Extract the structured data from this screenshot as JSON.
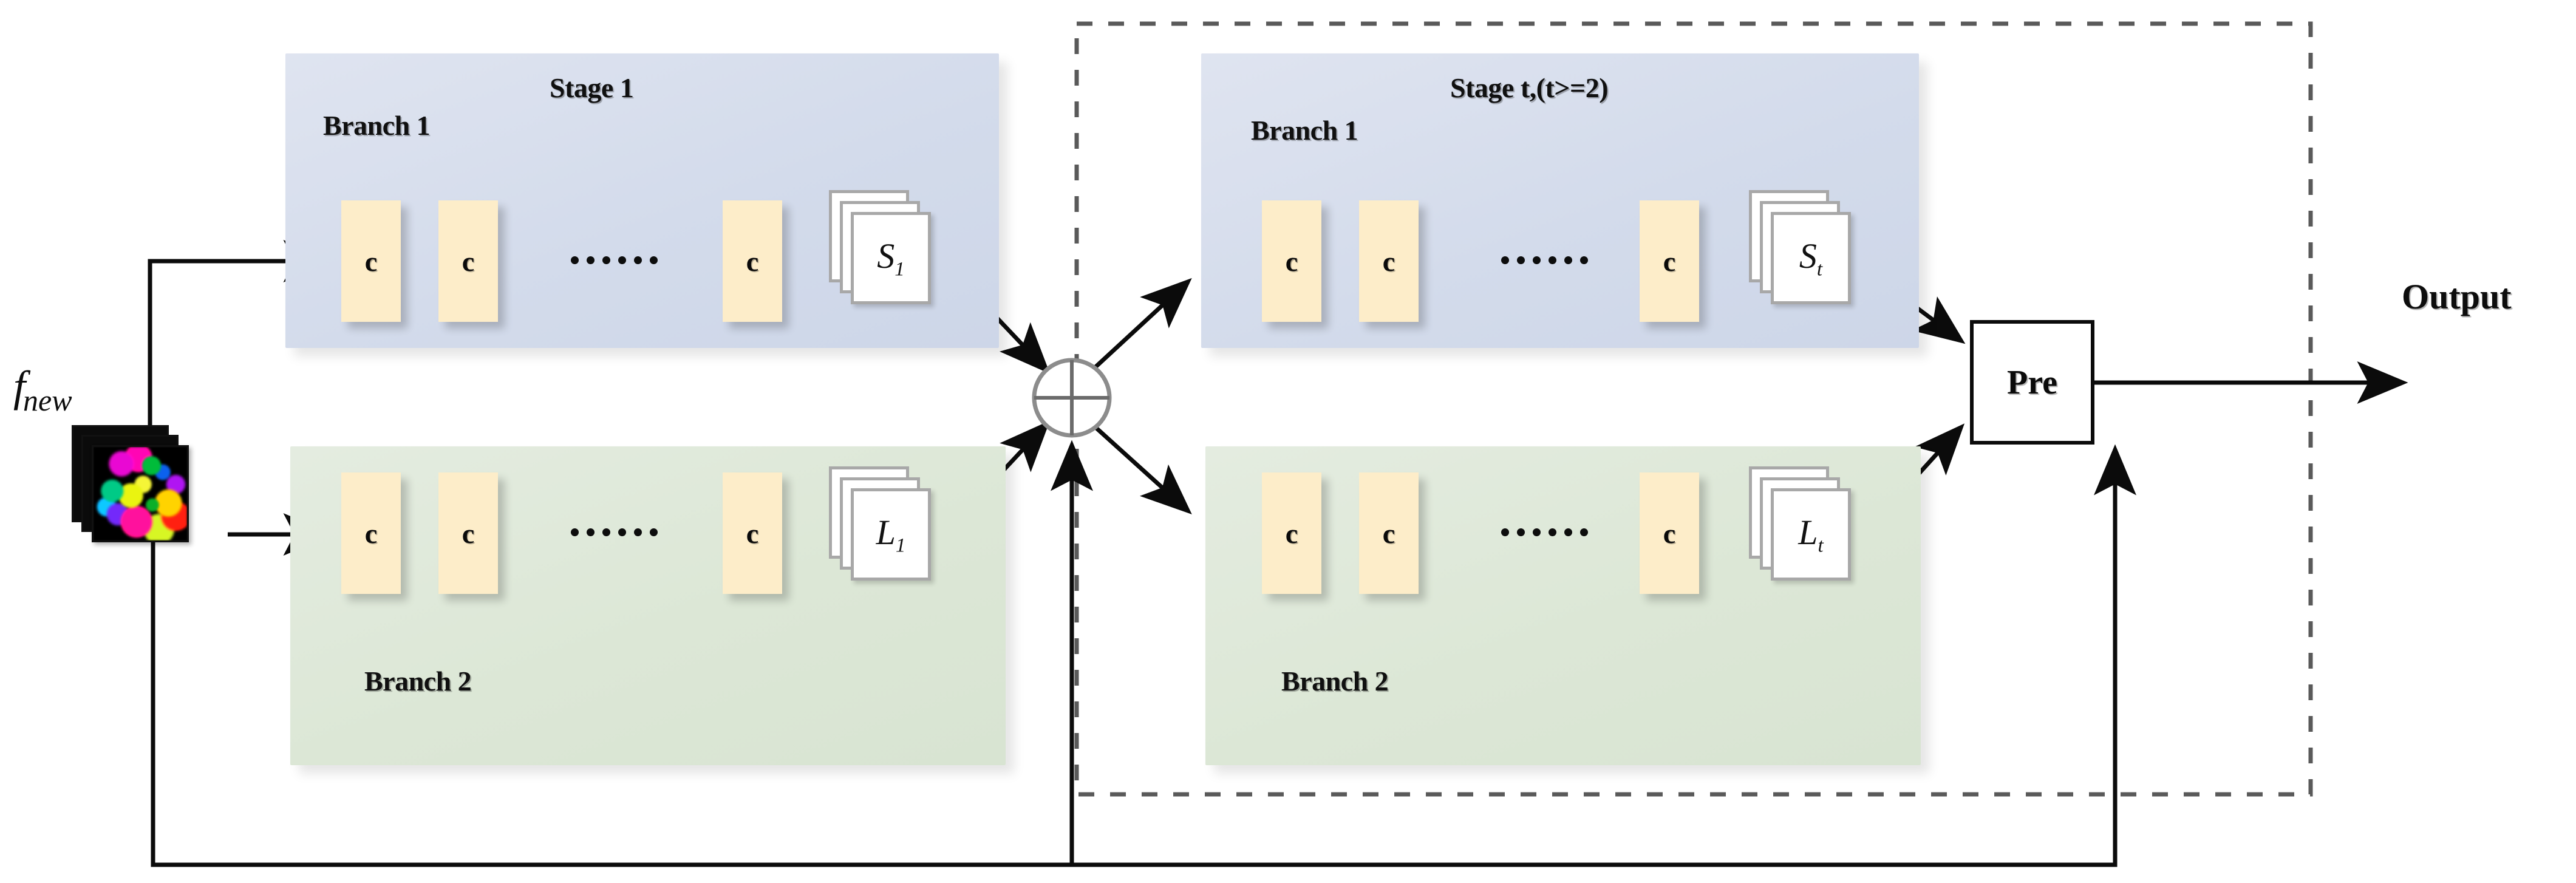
{
  "diagram": {
    "title_hidden": "",
    "input": {
      "label_main": "f",
      "label_sub": "new",
      "icon": "dti-image-stack"
    },
    "output": {
      "label": "Output"
    },
    "fusion_node": {
      "symbol": "+",
      "name": "circle-plus-sum"
    },
    "predictor": {
      "label": "Pre"
    },
    "ellipsis": "......",
    "stages": [
      {
        "id": "stage-1",
        "title": "Stage 1",
        "branches": [
          {
            "id": "stage1-branch1",
            "label": "Branch 1",
            "color": "#d3dbeb",
            "blocks": [
              "c",
              "c",
              "c"
            ],
            "feature_map": {
              "base": "S",
              "sub": "1"
            }
          },
          {
            "id": "stage1-branch2",
            "label": "Branch 2",
            "color": "#dce7d6",
            "blocks": [
              "c",
              "c",
              "c"
            ],
            "feature_map": {
              "base": "L",
              "sub": "1"
            }
          }
        ]
      },
      {
        "id": "stage-t",
        "title": "Stage t,(t>=2)",
        "branches": [
          {
            "id": "staget-branch1",
            "label": "Branch 1",
            "color": "#d3dbeb",
            "blocks": [
              "c",
              "c",
              "c"
            ],
            "feature_map": {
              "base": "S",
              "sub": "t"
            }
          },
          {
            "id": "staget-branch2",
            "label": "Branch 2",
            "color": "#dce7d6",
            "blocks": [
              "c",
              "c",
              "c"
            ],
            "feature_map": {
              "base": "L",
              "sub": "t"
            }
          }
        ]
      }
    ],
    "colors": {
      "panel_blue": "#d3dbeb",
      "panel_green": "#dce7d6",
      "conv_block": "#fdedc9",
      "card_border": "#a8a8a8",
      "line": "#0b0b0b",
      "dashed_group": "#5a5a5a"
    },
    "dashed_group": {
      "name": "recurrent-stage-group"
    }
  }
}
